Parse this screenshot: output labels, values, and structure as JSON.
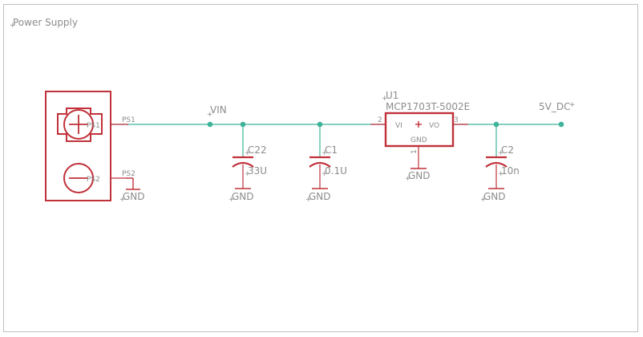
{
  "sheet": {
    "title": "Power Supply"
  },
  "connector": {
    "pin1_name": "PS1",
    "pin2_name": "PS2",
    "pad1_label": "PS1",
    "pad2_label": "PS2"
  },
  "nets": {
    "vin": "VIN",
    "out": "5V_DC",
    "gnd": "GND"
  },
  "capacitors": [
    {
      "ref": "C22",
      "value": "33U"
    },
    {
      "ref": "C1",
      "value": "0.1U"
    },
    {
      "ref": "C2",
      "value": "10n"
    }
  ],
  "regulator": {
    "ref": "U1",
    "part": "MCP1703T-5002E",
    "pin_vi": "VI",
    "pin_vo": "VO",
    "pin_gnd": "GND",
    "pin_vi_num": "2",
    "pin_vo_num": "3",
    "pin_gnd_num": "1"
  },
  "colors": {
    "wire": "#3fb39a",
    "symbol": "#c0313a",
    "text": "#8c8c8c",
    "frame": "#bfbfbf"
  }
}
